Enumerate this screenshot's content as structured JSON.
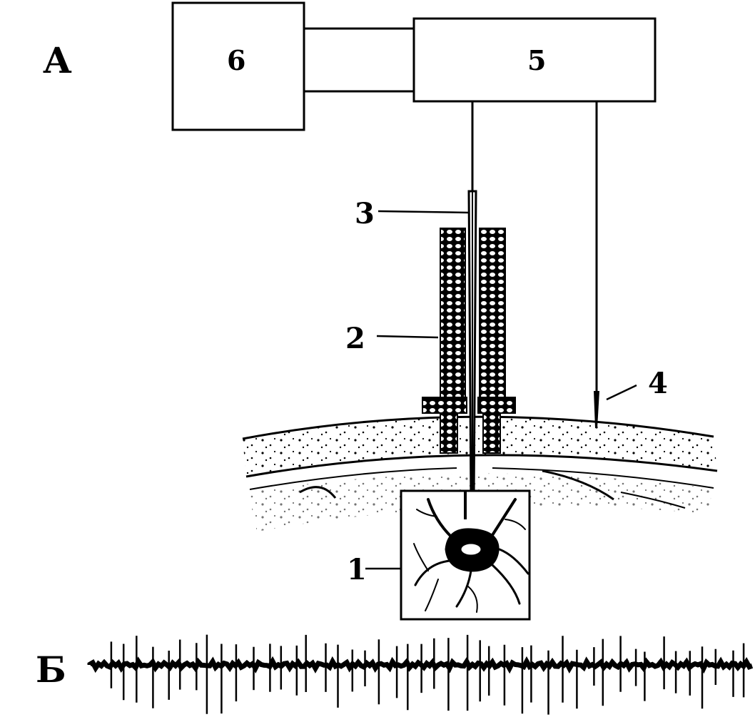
{
  "figure": {
    "panel_a_label": "А",
    "panel_b_label": "Б"
  },
  "blocks": {
    "block_6": "6",
    "block_5": "5"
  },
  "parts": {
    "part_1": "1",
    "part_2": "2",
    "part_3": "3",
    "part_4": "4"
  },
  "colors": {
    "ink": "#000000",
    "paper": "#ffffff"
  },
  "spike_train": {
    "spike_count": 46,
    "description_shown": false
  }
}
